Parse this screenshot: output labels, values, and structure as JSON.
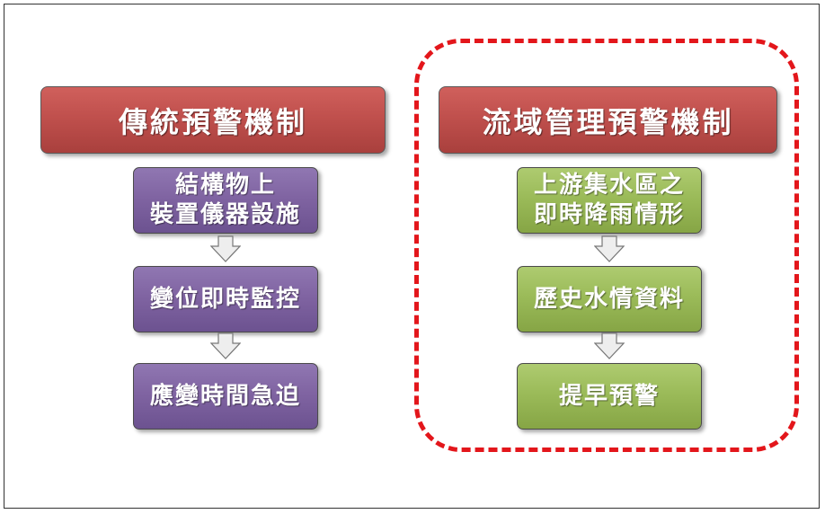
{
  "colors": {
    "header_fill": "#c0504d",
    "left_step_fill": "#8064a2",
    "right_step_fill": "#9bbb59",
    "dashed_border": "#e3161b",
    "arrow_fill": "#eeeeee",
    "arrow_stroke": "#777777"
  },
  "left": {
    "header": "傳統預警機制",
    "steps": [
      {
        "label": "結構物上\n裝置儀器設施"
      },
      {
        "label": "變位即時監控"
      },
      {
        "label": "應變時間急迫"
      }
    ]
  },
  "right": {
    "header": "流域管理預警機制",
    "steps": [
      {
        "label": "上游集水區之\n即時降雨情形"
      },
      {
        "label": "歷史水情資料"
      },
      {
        "label": "提早預警"
      }
    ]
  },
  "icons": {
    "flow_arrow": "down-arrow-icon"
  }
}
